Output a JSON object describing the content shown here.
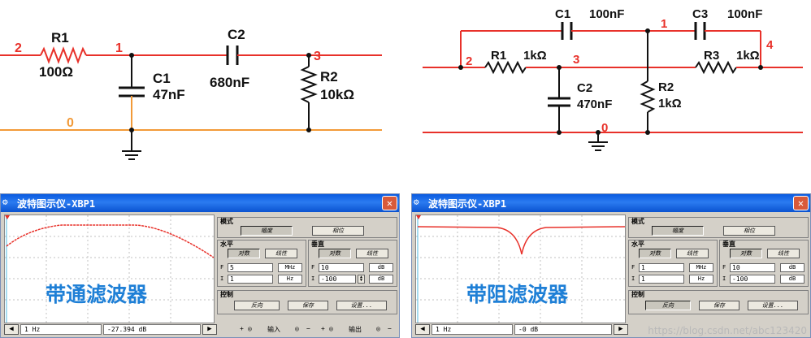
{
  "circuit_left": {
    "nodes": {
      "n1": "1",
      "n2": "2",
      "n3": "3",
      "n0": "0"
    },
    "r1": {
      "name": "R1",
      "value": "100Ω"
    },
    "c1": {
      "name": "C1",
      "value": "47nF"
    },
    "c2": {
      "name": "C2",
      "value": "680nF"
    },
    "r2": {
      "name": "R2",
      "value": "10kΩ"
    }
  },
  "circuit_right": {
    "nodes": {
      "n1": "1",
      "n2": "2",
      "n3": "3",
      "n4": "4",
      "n0": "0"
    },
    "c1": {
      "name": "C1",
      "value": "100nF"
    },
    "c3": {
      "name": "C3",
      "value": "100nF"
    },
    "r1": {
      "name": "R1",
      "value": "1kΩ"
    },
    "r3": {
      "name": "R3",
      "value": "1kΩ"
    },
    "c2": {
      "name": "C2",
      "value": "470nF"
    },
    "r2": {
      "name": "R2",
      "value": "1kΩ"
    }
  },
  "colors": {
    "wire_red": "#e8312a",
    "wire_orange": "#f29a38",
    "trace": "#e8312a",
    "label_blue": "#1e7fd6",
    "titlebar": "#0a5be0"
  },
  "panel_left": {
    "title": "波特图示仪-XBP1",
    "close_icon": "✕",
    "overlay_label": "带通滤波器",
    "mode_label": "模式",
    "mode_magnitude": "幅度",
    "mode_phase": "相位",
    "horiz_label": "水平",
    "vert_label": "垂直",
    "log": "对数",
    "lin": "线性",
    "h_f_prefix": "F",
    "h_f_value": "5",
    "h_f_unit": "MHz",
    "h_i_prefix": "I",
    "h_i_value": "1",
    "h_i_unit": "Hz",
    "v_f_prefix": "F",
    "v_f_value": "10",
    "v_f_unit": "dB",
    "v_i_prefix": "I",
    "v_i_value": "-100",
    "v_i_unit": "dB",
    "control_label": "控制",
    "reverse": "反向",
    "save": "保存",
    "settings": "设置...",
    "status_freq": "1  Hz",
    "status_db": "-27.394 dB",
    "in_plus": "+",
    "in_label": "输入",
    "in_minus": "−",
    "out_plus": "+",
    "out_label": "输出",
    "out_minus": "−"
  },
  "panel_right": {
    "title": "波特图示仪-XBP1",
    "close_icon": "✕",
    "overlay_label": "带阻滤波器",
    "mode_label": "模式",
    "mode_magnitude": "幅度",
    "mode_phase": "相位",
    "horiz_label": "水平",
    "vert_label": "垂直",
    "log": "对数",
    "lin": "线性",
    "h_f_prefix": "F",
    "h_f_value": "1",
    "h_f_unit": "MHz",
    "h_i_prefix": "I",
    "h_i_value": "1",
    "h_i_unit": "Hz",
    "v_f_prefix": "F",
    "v_f_value": "10",
    "v_f_unit": "dB",
    "v_i_prefix": "I",
    "v_i_value": "-100",
    "v_i_unit": "dB",
    "control_label": "控制",
    "reverse": "反向",
    "save": "保存",
    "settings": "设置...",
    "status_freq": "1  Hz",
    "status_db": "-0 dB",
    "watermark": "https://blog.csdn.net/abc123420"
  }
}
